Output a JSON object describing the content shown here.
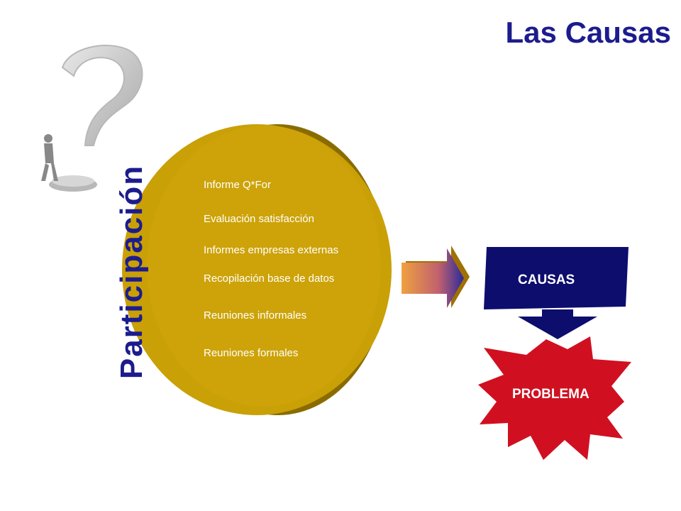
{
  "slide": {
    "title": "Las Causas",
    "vertical_word": "Participación",
    "items": [
      "Informe Q*For",
      "Evaluación satisfacción",
      "Informes empresas externas",
      "Recopilación base de datos",
      "Reuniones informales",
      "Reuniones formales"
    ],
    "causas_label": "CAUSAS",
    "problema_label": "PROBLEMA"
  },
  "colors": {
    "title": "#1c1c8e",
    "disc": "#c9a006",
    "disc_shadow": "#8a6b00",
    "causas_box": "#0d0d6e",
    "problema_burst": "#d01020",
    "arrow_start": "#f0a040",
    "arrow_end": "#2a2a9a"
  },
  "icons": [
    "question-mark-graphic",
    "thinking-man-figure",
    "right-arrow",
    "down-arrow",
    "starburst"
  ]
}
